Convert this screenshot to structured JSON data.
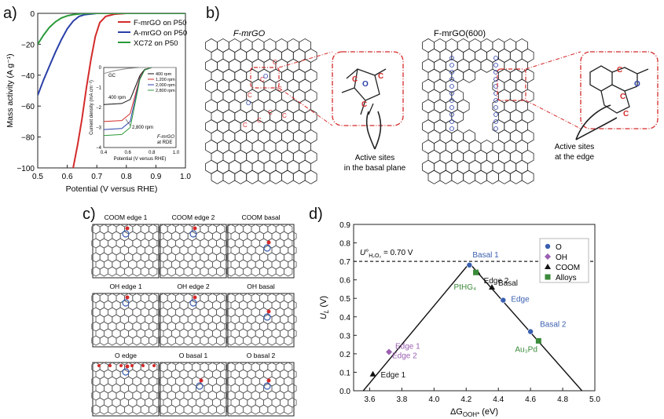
{
  "labels": {
    "a": "a)",
    "b": "b)",
    "c": "c)",
    "d": "d)"
  },
  "chart_data": [
    {
      "type": "line",
      "panel": "a",
      "xlabel": "Potential (V versus RHE)",
      "ylabel": "Mass activity (A g⁻¹)",
      "xlim": [
        0.5,
        1.0
      ],
      "ylim": [
        -100,
        0
      ],
      "xticks": [
        "0.5",
        "0.6",
        "0.7",
        "0.8",
        "0.9",
        "1.0"
      ],
      "yticks": [
        "0",
        "−20",
        "−40",
        "−60",
        "−80",
        "−100"
      ],
      "legend_position": "top-right",
      "series": [
        {
          "name": "F-mrGO on P50",
          "color": "#d42a2a",
          "points": [
            [
              0.62,
              -100
            ],
            [
              0.635,
              -85
            ],
            [
              0.65,
              -68
            ],
            [
              0.665,
              -48
            ],
            [
              0.68,
              -30
            ],
            [
              0.695,
              -15
            ],
            [
              0.71,
              -6
            ],
            [
              0.73,
              -2
            ],
            [
              0.76,
              -0.5
            ],
            [
              0.8,
              0
            ],
            [
              1.0,
              0
            ]
          ]
        },
        {
          "name": "A-mrGO on P50",
          "color": "#2a3fa8",
          "points": [
            [
              0.5,
              -53
            ],
            [
              0.52,
              -43
            ],
            [
              0.54,
              -34
            ],
            [
              0.56,
              -25
            ],
            [
              0.58,
              -17
            ],
            [
              0.6,
              -10
            ],
            [
              0.62,
              -5
            ],
            [
              0.64,
              -2
            ],
            [
              0.66,
              -0.8
            ],
            [
              0.7,
              0
            ],
            [
              1.0,
              0
            ]
          ]
        },
        {
          "name": "XC72 on P50",
          "color": "#2c9a3a",
          "points": [
            [
              0.5,
              -20
            ],
            [
              0.52,
              -14
            ],
            [
              0.54,
              -9
            ],
            [
              0.56,
              -5.5
            ],
            [
              0.58,
              -3
            ],
            [
              0.6,
              -1.6
            ],
            [
              0.62,
              -0.8
            ],
            [
              0.65,
              -0.2
            ],
            [
              0.7,
              0
            ],
            [
              1.0,
              0
            ]
          ]
        }
      ]
    },
    {
      "type": "line",
      "panel": "a-inset",
      "xlabel": "Potential (V versus RHE)",
      "ylabel": "Current density (mA cm⁻²)",
      "xlim": [
        0.4,
        1.0
      ],
      "ylim": [
        -4,
        0
      ],
      "xticks": [
        "0.4",
        "0.6",
        "0.8",
        "1.0"
      ],
      "yticks": [
        "0",
        "−1",
        "−2",
        "−3",
        "−4"
      ],
      "annotations": [
        "GC",
        "400 rpm",
        "2,800 rpm",
        "F-mrGO",
        "at RDE"
      ],
      "series": [
        {
          "name": "400 rpm",
          "color": "#111111",
          "points": [
            [
              0.4,
              -1.85
            ],
            [
              0.55,
              -1.8
            ],
            [
              0.62,
              -1.6
            ],
            [
              0.66,
              -1.0
            ],
            [
              0.7,
              -0.4
            ],
            [
              0.74,
              -0.1
            ],
            [
              0.8,
              0
            ],
            [
              1.0,
              0
            ]
          ]
        },
        {
          "name": "1,200 rpm",
          "color": "#d42a2a",
          "points": [
            [
              0.4,
              -2.7
            ],
            [
              0.55,
              -2.65
            ],
            [
              0.62,
              -2.3
            ],
            [
              0.66,
              -1.4
            ],
            [
              0.7,
              -0.5
            ],
            [
              0.74,
              -0.12
            ],
            [
              0.8,
              0
            ],
            [
              1.0,
              0
            ]
          ]
        },
        {
          "name": "2,000 rpm",
          "color": "#2a3fa8",
          "points": [
            [
              0.4,
              -3.1
            ],
            [
              0.55,
              -3.05
            ],
            [
              0.62,
              -2.7
            ],
            [
              0.66,
              -1.6
            ],
            [
              0.7,
              -0.55
            ],
            [
              0.74,
              -0.12
            ],
            [
              0.8,
              0
            ],
            [
              1.0,
              0
            ]
          ]
        },
        {
          "name": "2,800 rpm",
          "color": "#2c9a3a",
          "points": [
            [
              0.4,
              -3.4
            ],
            [
              0.55,
              -3.35
            ],
            [
              0.62,
              -3.0
            ],
            [
              0.66,
              -1.8
            ],
            [
              0.7,
              -0.6
            ],
            [
              0.74,
              -0.12
            ],
            [
              0.8,
              0
            ],
            [
              1.0,
              0
            ]
          ]
        },
        {
          "name": "GC",
          "color": "#888888",
          "points": [
            [
              0.4,
              -0.3
            ],
            [
              0.5,
              -0.15
            ],
            [
              0.6,
              -0.05
            ],
            [
              0.7,
              0
            ],
            [
              1.0,
              0
            ]
          ]
        }
      ]
    },
    {
      "type": "scatter",
      "panel": "d",
      "xlabel": "ΔG_OOH* (eV)",
      "ylabel": "U_L (V)",
      "xlim": [
        3.5,
        5.0
      ],
      "ylim": [
        0,
        0.9
      ],
      "xticks": [
        "3.6",
        "3.8",
        "4.0",
        "4.2",
        "4.4",
        "4.6",
        "4.8",
        "5.0"
      ],
      "yticks": [
        "0.0",
        "0.1",
        "0.2",
        "0.3",
        "0.4",
        "0.5",
        "0.6",
        "0.7",
        "0.8",
        "0.9"
      ],
      "reference_line": {
        "y": 0.7,
        "label": "U°H₂O₂ = 0.70 V"
      },
      "volcano": [
        [
          3.56,
          0
        ],
        [
          4.22,
          0.69
        ],
        [
          4.92,
          0
        ]
      ],
      "legend_position": "top-right",
      "legend": [
        {
          "name": "O",
          "color": "#3a5fb0"
        },
        {
          "name": "OH",
          "color": "#9a5fb0"
        },
        {
          "name": "COOM",
          "color": "#111111"
        },
        {
          "name": "Alloys",
          "color": "#3a8a3a"
        }
      ],
      "points": [
        {
          "x": 3.62,
          "y": 0.09,
          "group": "COOM",
          "label": "Edge 1",
          "label_color": "#111111"
        },
        {
          "x": 3.72,
          "y": 0.21,
          "group": "OH",
          "label": "Edge 1 / Edge 2",
          "label_color": "#9a5fb0"
        },
        {
          "x": 4.22,
          "y": 0.68,
          "group": "O",
          "label": "Basal 1",
          "label_color": "#3a5fb0"
        },
        {
          "x": 4.27,
          "y": 0.64,
          "group": "COOM",
          "label": "Edge 2",
          "label_color": "#111111"
        },
        {
          "x": 4.26,
          "y": 0.64,
          "group": "Alloys",
          "label": "PtHG₄",
          "label_color": "#3a8a3a"
        },
        {
          "x": 4.36,
          "y": 0.56,
          "group": "COOM",
          "label": "Basal",
          "label_color": "#111111"
        },
        {
          "x": 4.43,
          "y": 0.49,
          "group": "O",
          "label": "Edge",
          "label_color": "#3a5fb0"
        },
        {
          "x": 4.6,
          "y": 0.32,
          "group": "O",
          "label": "Basal 2",
          "label_color": "#3a5fb0"
        },
        {
          "x": 4.65,
          "y": 0.27,
          "group": "Alloys",
          "label": "Au₃Pd",
          "label_color": "#3a8a3a"
        }
      ]
    }
  ],
  "diagram_b": {
    "left_title": "F-mrGO",
    "right_title": "F-mrGO(600)",
    "left_caption": [
      "Active sites",
      "in the basal plane"
    ],
    "right_caption": [
      "Active sites",
      "at the edge"
    ],
    "colors": {
      "carbon_active": "#d42a2a",
      "oxygen": "#2a3fa8",
      "highlight": "#d42a2a"
    }
  },
  "panel_c": {
    "tiles": [
      "COOM edge 1",
      "COOM edge 2",
      "COOM basal",
      "OH edge 1",
      "OH edge 2",
      "OH basal",
      "O edge",
      "O basal 1",
      "O basal 2"
    ]
  }
}
